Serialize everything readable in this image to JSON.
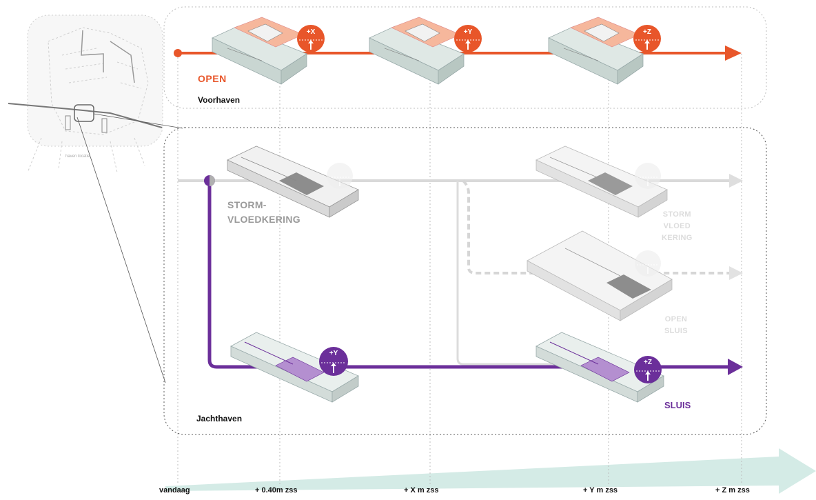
{
  "sections": {
    "voorhaven": "Voorhaven",
    "jachthaven": "Jachthaven"
  },
  "routes": {
    "open": "OPEN",
    "stormvloedkering_line1": "STORM-",
    "stormvloedkering_line2": "VLOEDKERING",
    "faint_storm_line1": "STORM",
    "faint_storm_line2": "VLOED",
    "faint_storm_line3": "KERING",
    "faint_open_line1": "OPEN",
    "faint_open_line2": "SLUIS",
    "sluis": "SLUIS"
  },
  "badges": {
    "open_1": "+X",
    "open_2": "+Y",
    "open_3": "+Z",
    "jacht_1": "+Y",
    "jacht_2": "+Z"
  },
  "map_label": "haven locatie",
  "timeline": {
    "ticks": [
      "vandaag",
      "+ 0.40m zss",
      "+ X m zss",
      "+ Y m zss",
      "+ Z m zss"
    ]
  },
  "colors": {
    "open": "#e8562a",
    "open_fill": "#f6b79c",
    "sluis": "#6b2f9a",
    "sluis_fill": "#b48fd0",
    "grey_line": "#cfcfcf",
    "timeline_arrow": "#d4ebe6",
    "platform": "#e9efed"
  }
}
